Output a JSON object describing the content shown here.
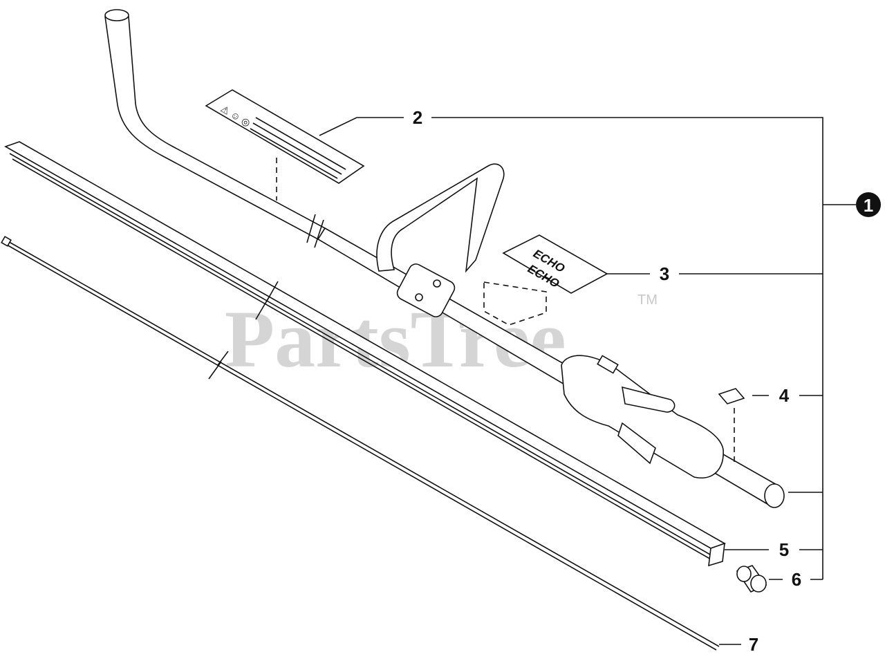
{
  "watermark": {
    "text": "PartsTree",
    "trademark": "TM"
  },
  "decal_logo": "ECHO",
  "callouts": [
    {
      "id": "assembly",
      "label": "1",
      "filled": true
    },
    {
      "id": "label-decal",
      "label": "2",
      "filled": false
    },
    {
      "id": "brand-decal",
      "label": "3",
      "filled": false
    },
    {
      "id": "small-label",
      "label": "4",
      "filled": false
    },
    {
      "id": "shaft-tube",
      "label": "5",
      "filled": false
    },
    {
      "id": "sleeve",
      "label": "6",
      "filled": false
    },
    {
      "id": "drive-shaft",
      "label": "7",
      "filled": false
    }
  ],
  "colors": {
    "line": "#111111",
    "watermark": "#c8c8c8",
    "background": "#ffffff"
  }
}
